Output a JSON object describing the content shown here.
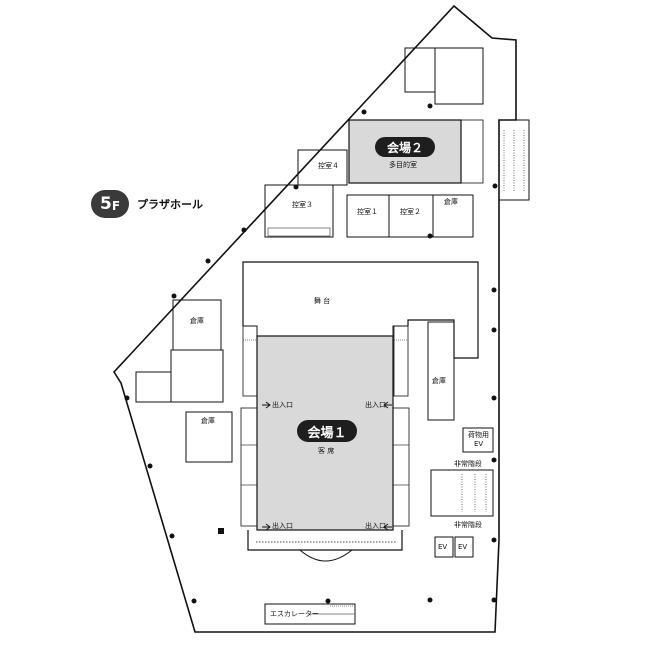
{
  "floor": {
    "number": "5",
    "suffix": "F",
    "name": "プラザホール"
  },
  "halls": {
    "hall1": {
      "name": "会場１",
      "sub": "客 席"
    },
    "hall2": {
      "name": "会場２",
      "sub": "多目的室"
    }
  },
  "rooms": {
    "stage": "舞 台",
    "waiting1": "控室１",
    "waiting2": "控室２",
    "waiting3": "控室３",
    "waiting4": "控室４",
    "storage": "倉庫",
    "entrance": "出入口",
    "emergency_stairs": "非常階段",
    "cargo_ev_line1": "荷物用",
    "cargo_ev_line2": "EV",
    "ev": "EV",
    "escalator": "エスカレーター"
  },
  "colors": {
    "hall_fill": "#d9d9d9",
    "wall": "#111111",
    "pill": "#1e1e1e"
  }
}
